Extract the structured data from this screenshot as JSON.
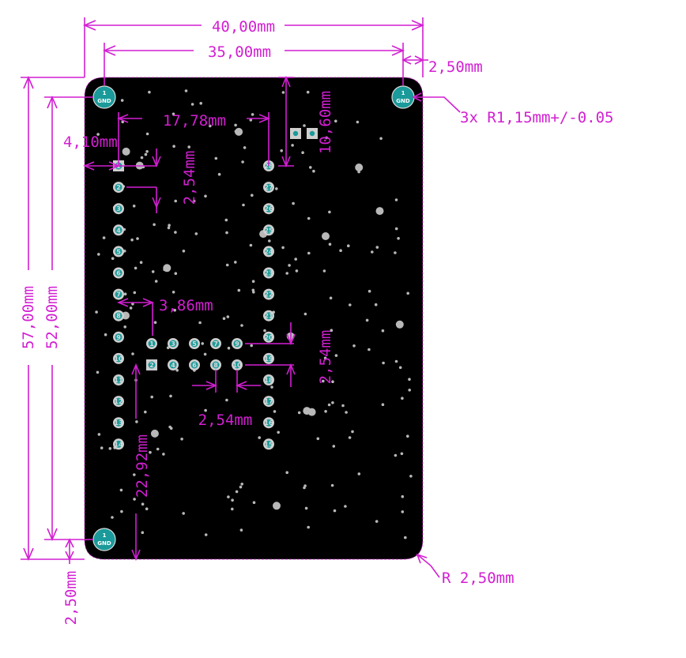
{
  "colors": {
    "board": "#000000",
    "dimension": "#d21fd2",
    "pad": "#1a9a9a",
    "via": "#b8b8b8",
    "hole": "#d9d9d9",
    "background": "#ffffff"
  },
  "dimensions": {
    "board_width": "40,00mm",
    "mount_spacing_x": "35,00mm",
    "edge_offset_top": "2,50mm",
    "hole_spec": "3x R1,15mm+/-0.05",
    "board_height": "57,00mm",
    "mount_spacing_y": "52,00mm",
    "edge_offset_bottom": "2,50mm",
    "corner_radius": "R 2,50mm",
    "header_spacing": "17,78mm",
    "header_left_offset": "4,10mm",
    "pin_pitch_left": "2,54mm",
    "header_top_offset": "10,60mm",
    "inner_offset": "3,86mm",
    "pin_pitch_right": "2,54mm",
    "pin_pitch_bottom": "2,54mm",
    "inner_height": "22,92mm"
  },
  "mount_holes": [
    {
      "number": "1",
      "label": "GND"
    },
    {
      "number": "1",
      "label": "GND"
    },
    {
      "number": "1",
      "label": "GND"
    }
  ],
  "left_header_labels": [
    "1",
    "2",
    "3",
    "4",
    "5",
    "6",
    "7",
    "8",
    "9",
    "10",
    "11",
    "12",
    "13",
    "14"
  ],
  "right_header_labels": [
    "28",
    "27",
    "26",
    "25",
    "24",
    "23",
    "22",
    "21",
    "20",
    "19",
    "18",
    "17",
    "16",
    "15"
  ],
  "inner_top_labels": [
    "1",
    "3",
    "5",
    "7",
    "9"
  ],
  "inner_bottom_labels": [
    "2",
    "4",
    "6",
    "8",
    "10"
  ]
}
